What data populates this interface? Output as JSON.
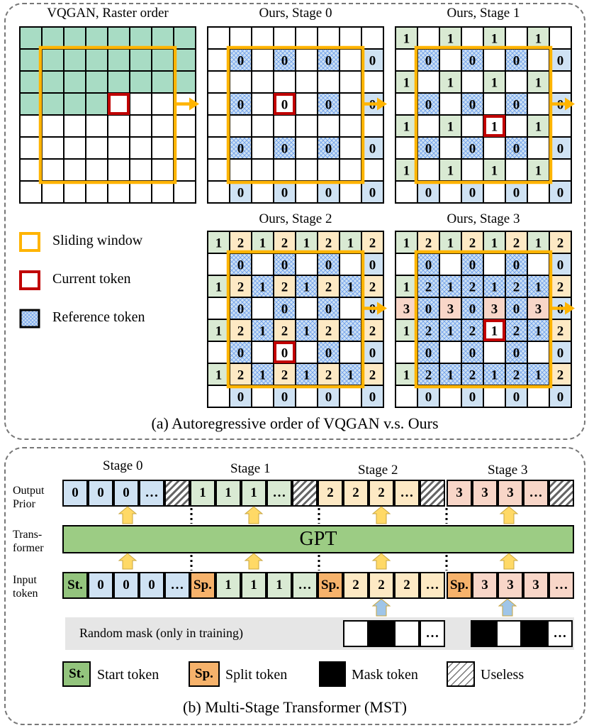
{
  "top_panel": {
    "grids": [
      {
        "title": "VQGAN, Raster order"
      },
      {
        "title": "Ours, Stage 0"
      },
      {
        "title": "Ours, Stage 1"
      },
      {
        "title": "Ours, Stage 2"
      },
      {
        "title": "Ours, Stage 3"
      }
    ],
    "legend": [
      {
        "label": "Sliding window",
        "icon": "sliding-window-icon"
      },
      {
        "label": "Current token",
        "icon": "current-token-icon"
      },
      {
        "label": "Reference token",
        "icon": "reference-token-icon"
      }
    ],
    "caption": "(a) Autoregressive order of VQGAN v.s. Ours"
  },
  "bottom_panel": {
    "stages": [
      "Stage 0",
      "Stage 1",
      "Stage 2",
      "Stage 3"
    ],
    "row_labels": {
      "output": [
        "Output",
        "Prior"
      ],
      "transformer": [
        "Trans-",
        "former"
      ],
      "input": [
        "Input",
        "token"
      ]
    },
    "gpt_label": "GPT",
    "output_tokens": [
      [
        "0",
        "0",
        "0",
        "…",
        ""
      ],
      [
        "1",
        "1",
        "1",
        "…",
        ""
      ],
      [
        "2",
        "2",
        "2",
        "…",
        ""
      ],
      [
        "3",
        "3",
        "3",
        "…",
        ""
      ]
    ],
    "input_tokens": [
      [
        "St.",
        "0",
        "0",
        "0",
        "…"
      ],
      [
        "Sp.",
        "1",
        "1",
        "1",
        "…"
      ],
      [
        "Sp.",
        "2",
        "2",
        "2",
        "…"
      ],
      [
        "Sp.",
        "3",
        "3",
        "3",
        "…"
      ]
    ],
    "random_mask_label": "Random mask (only in training)",
    "mask_groups": [
      [
        "white",
        "black",
        "white",
        "…"
      ],
      [
        "black",
        "white",
        "black",
        "…"
      ]
    ],
    "mask_ellipsis": "…",
    "legend": [
      {
        "token": "St.",
        "label": "Start token"
      },
      {
        "token": "Sp.",
        "label": "Split token"
      },
      {
        "token": "",
        "label": "Mask token"
      },
      {
        "token": "",
        "label": "Useless"
      }
    ],
    "caption": "(b) Multi-Stage Transformer (MST)"
  },
  "colors": {
    "vq_fill": "#a8dcc4",
    "stage0": "#cfe2f3",
    "stage1": "#d9ead3",
    "stage2": "#fde9c4",
    "stage3": "#f8d6c8",
    "start": "#93c47d",
    "split": "#f6b26b",
    "window": "#ffb400",
    "current": "#c00000",
    "gpt": "#9ccc84",
    "arrow_up_yellow": "#ffd966",
    "arrow_up_blue": "#9fc5e8"
  }
}
